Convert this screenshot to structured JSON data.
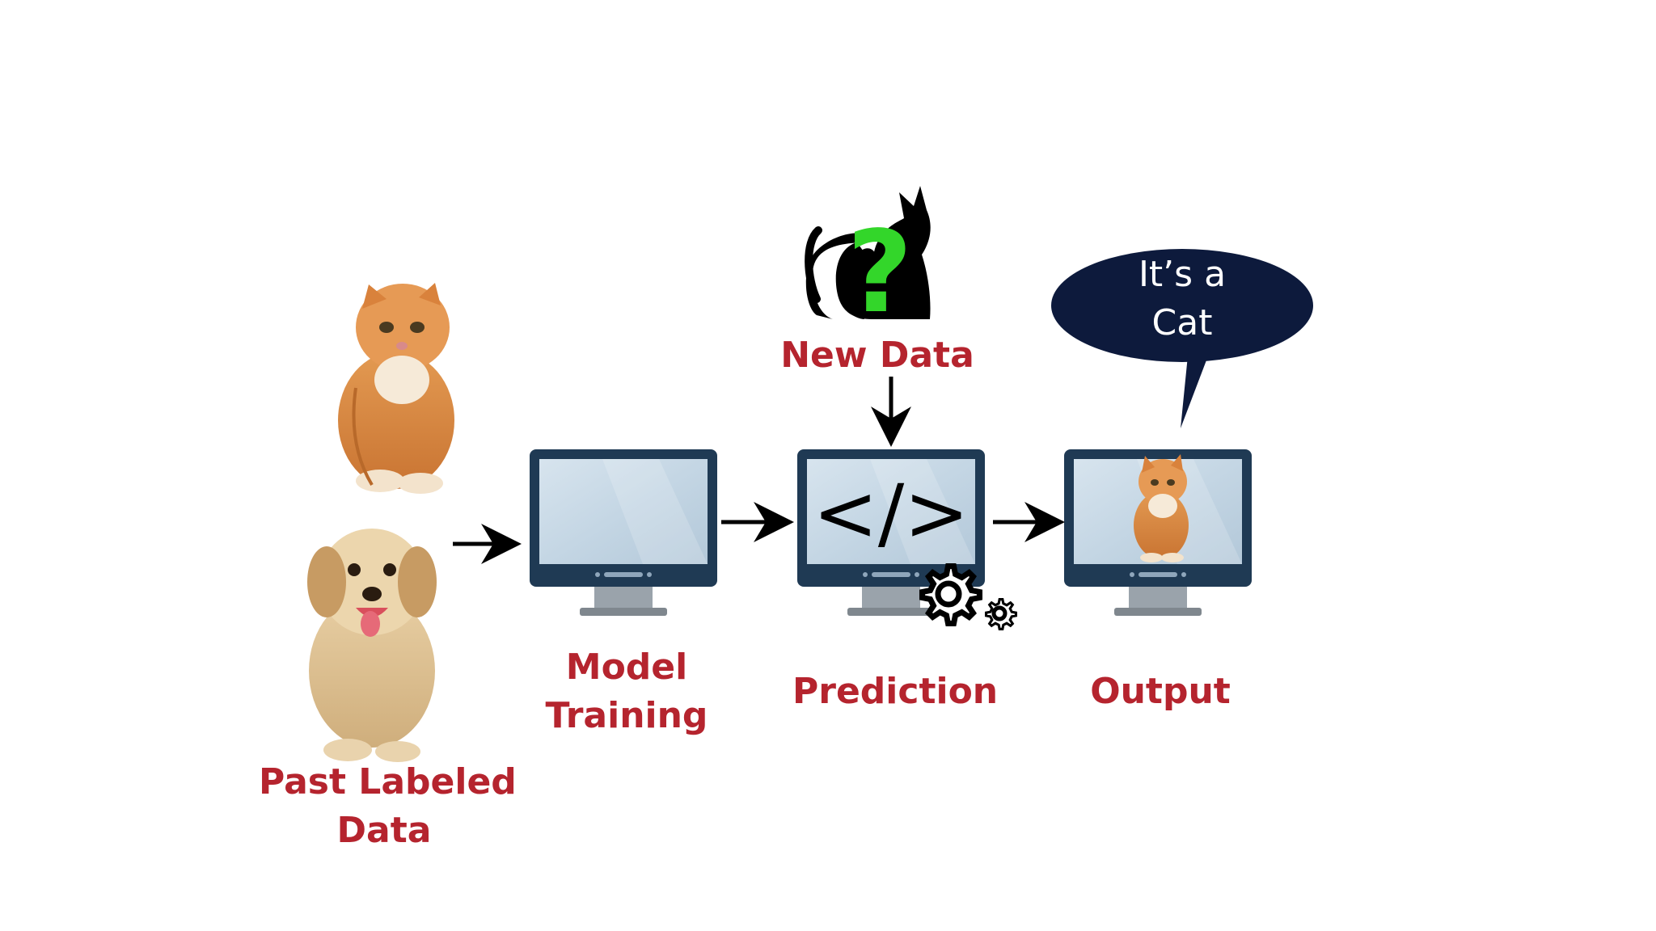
{
  "diagram": {
    "stages": [
      {
        "id": "past-labeled-data",
        "label_line1": "Past Labeled",
        "label_line2": "Data"
      },
      {
        "id": "model-training",
        "label_line1": "Model",
        "label_line2": "Training"
      },
      {
        "id": "new-data",
        "label": "New Data"
      },
      {
        "id": "prediction",
        "label": "Prediction"
      },
      {
        "id": "output",
        "label": "Output"
      }
    ],
    "speech_bubble": {
      "line1": "It’s a",
      "line2": "Cat"
    },
    "prediction_screen_symbol": "</>",
    "question_mark": "?",
    "colors": {
      "label": "#b5242e",
      "monitor_frame": "#1f3a54",
      "monitor_screen": "#c9d9e6",
      "bubble": "#0d1a3c",
      "question_mark": "#33d62a",
      "arrow": "#000000"
    },
    "icons": [
      "cat-photo-icon",
      "dog-photo-icon",
      "cat-silhouette-icon",
      "monitor-icon",
      "code-icon",
      "gear-icon",
      "speech-bubble-icon",
      "arrow-right-icon",
      "arrow-down-icon"
    ]
  }
}
